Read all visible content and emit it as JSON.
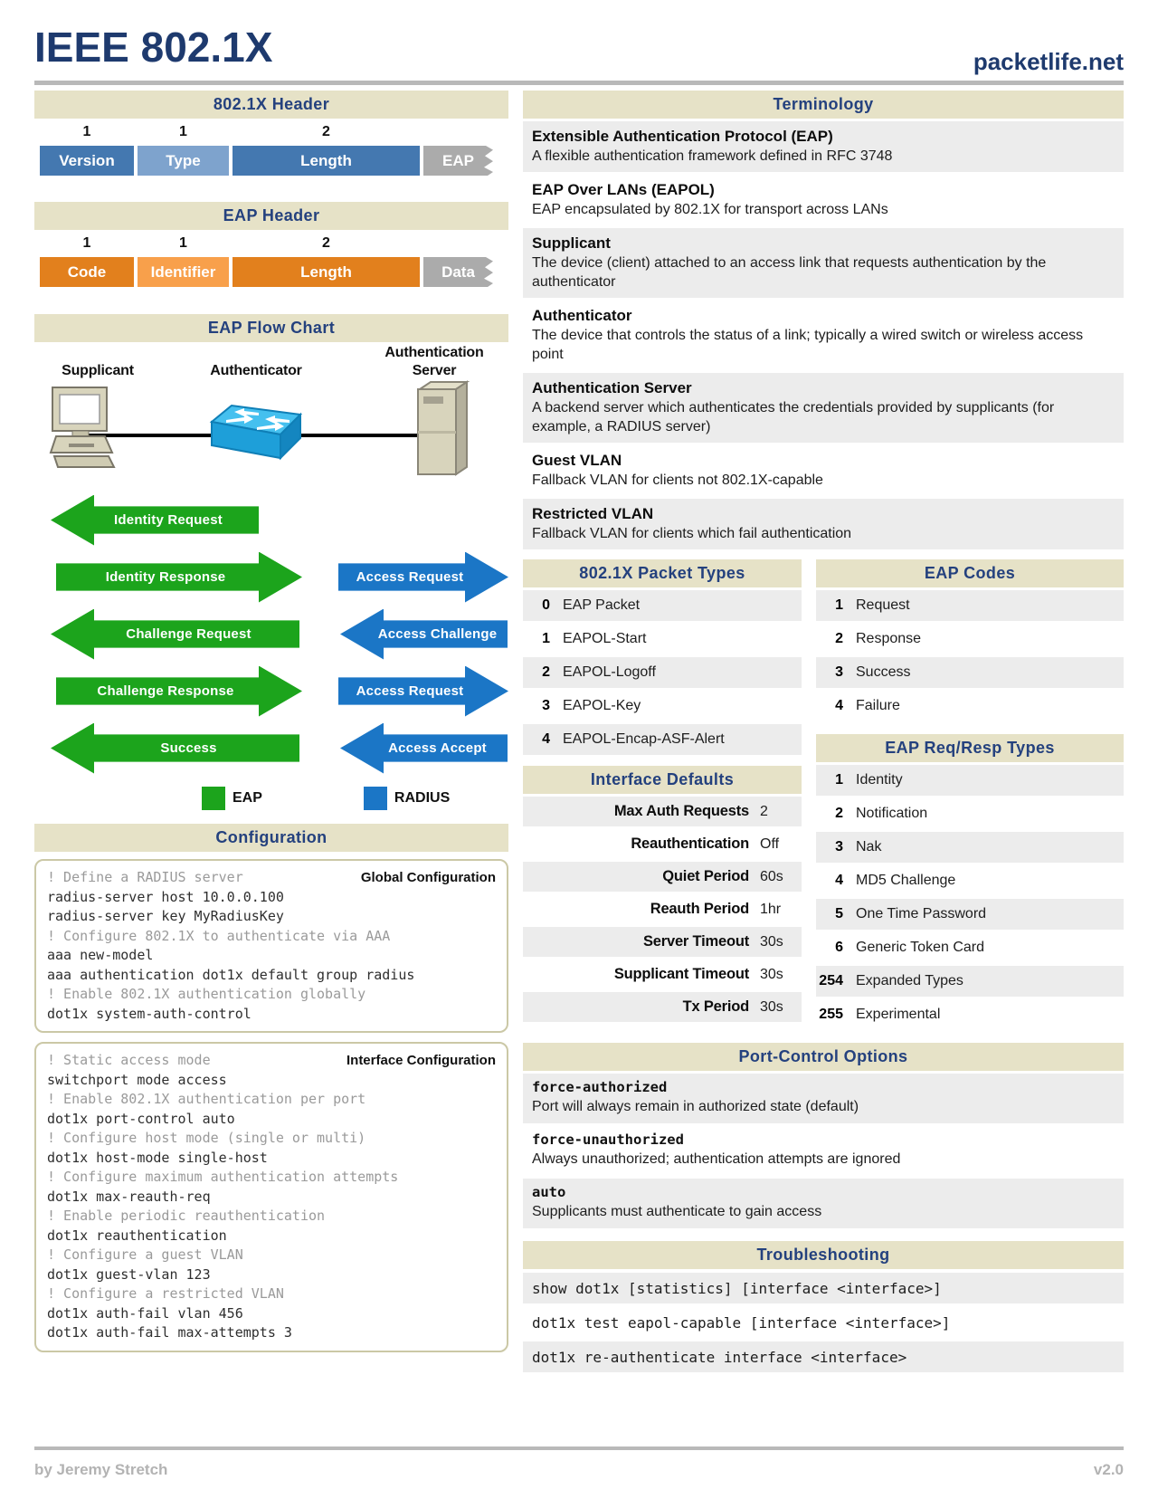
{
  "page": {
    "title": "IEEE 802.1X",
    "site": "packetlife.net",
    "footer_author": "by Jeremy Stretch",
    "footer_version": "v2.0"
  },
  "colors": {
    "accent_navy": "#1e3a6e",
    "section_header_bg": "#e6e2c7",
    "eap_green": "#1ca41c",
    "radius_blue": "#1b76c6",
    "field_blue": "#4478b0",
    "field_blue_light": "#7ea3cd",
    "field_orange": "#e2801d",
    "field_orange_light": "#f8a04b",
    "field_gray": "#ababab",
    "row_shade": "#ececec"
  },
  "dot1x_header": {
    "title": "802.1X Header",
    "fields": [
      {
        "label": "Version",
        "bytes": "1"
      },
      {
        "label": "Type",
        "bytes": "1"
      },
      {
        "label": "Length",
        "bytes": "2"
      },
      {
        "label": "EAP",
        "bytes": ""
      }
    ]
  },
  "eap_header": {
    "title": "EAP Header",
    "fields": [
      {
        "label": "Code",
        "bytes": "1"
      },
      {
        "label": "Identifier",
        "bytes": "1"
      },
      {
        "label": "Length",
        "bytes": "2"
      },
      {
        "label": "Data",
        "bytes": ""
      }
    ]
  },
  "flow_chart": {
    "title": "EAP Flow Chart",
    "nodes": {
      "supplicant": "Supplicant",
      "authenticator": "Authenticator",
      "server_line1": "Authentication",
      "server_line2": "Server"
    },
    "arrows": [
      {
        "label": "Identity Request",
        "protocol": "EAP",
        "direction": "left"
      },
      {
        "label": "Identity Response",
        "protocol": "EAP",
        "direction": "right"
      },
      {
        "label": "Access Request",
        "protocol": "RADIUS",
        "direction": "right"
      },
      {
        "label": "Challenge Request",
        "protocol": "EAP",
        "direction": "left"
      },
      {
        "label": "Access Challenge",
        "protocol": "RADIUS",
        "direction": "left"
      },
      {
        "label": "Challenge Response",
        "protocol": "EAP",
        "direction": "right"
      },
      {
        "label": "Access Request",
        "protocol": "RADIUS",
        "direction": "right"
      },
      {
        "label": "Success",
        "protocol": "EAP",
        "direction": "left"
      },
      {
        "label": "Access Accept",
        "protocol": "RADIUS",
        "direction": "left"
      }
    ],
    "legend": [
      {
        "label": "EAP",
        "color": "#1ca41c"
      },
      {
        "label": "RADIUS",
        "color": "#1b76c6"
      }
    ]
  },
  "configuration": {
    "title": "Configuration",
    "blocks": [
      {
        "context": "Global Configuration",
        "lines": [
          {
            "type": "comment",
            "text": "! Define a RADIUS server"
          },
          {
            "type": "command",
            "text": "radius-server host 10.0.0.100"
          },
          {
            "type": "command",
            "text": "radius-server key MyRadiusKey"
          },
          {
            "type": "comment",
            "text": "! Configure 802.1X to authenticate via AAA"
          },
          {
            "type": "command",
            "text": "aaa new-model"
          },
          {
            "type": "command",
            "text": "aaa authentication dot1x default group radius"
          },
          {
            "type": "comment",
            "text": "! Enable 802.1X authentication globally"
          },
          {
            "type": "command",
            "text": "dot1x system-auth-control"
          }
        ]
      },
      {
        "context": "Interface Configuration",
        "lines": [
          {
            "type": "comment",
            "text": "! Static access mode"
          },
          {
            "type": "command",
            "text": "switchport mode access"
          },
          {
            "type": "comment",
            "text": "! Enable 802.1X authentication per port"
          },
          {
            "type": "command",
            "text": "dot1x port-control auto"
          },
          {
            "type": "comment",
            "text": "! Configure host mode (single or multi)"
          },
          {
            "type": "command",
            "text": "dot1x host-mode single-host"
          },
          {
            "type": "comment",
            "text": "! Configure maximum authentication attempts"
          },
          {
            "type": "command",
            "text": "dot1x max-reauth-req"
          },
          {
            "type": "comment",
            "text": "! Enable periodic reauthentication"
          },
          {
            "type": "command",
            "text": "dot1x reauthentication"
          },
          {
            "type": "comment",
            "text": "! Configure a guest VLAN"
          },
          {
            "type": "command",
            "text": "dot1x guest-vlan 123"
          },
          {
            "type": "comment",
            "text": "! Configure a restricted VLAN"
          },
          {
            "type": "command",
            "text": "dot1x auth-fail vlan 456"
          },
          {
            "type": "command",
            "text": "dot1x auth-fail max-attempts 3"
          }
        ]
      }
    ]
  },
  "terminology": {
    "title": "Terminology",
    "items": [
      {
        "term": "Extensible Authentication Protocol (EAP)",
        "desc": "A flexible authentication framework defined in RFC 3748"
      },
      {
        "term": "EAP Over LANs (EAPOL)",
        "desc": "EAP encapsulated by 802.1X for transport across LANs"
      },
      {
        "term": "Supplicant",
        "desc": "The device (client) attached to an access link that requests authentication by the authenticator"
      },
      {
        "term": "Authenticator",
        "desc": "The device that controls the status of a link; typically a wired switch or wireless access point"
      },
      {
        "term": "Authentication Server",
        "desc": "A backend server which authenticates the credentials provided by supplicants (for example, a RADIUS server)"
      },
      {
        "term": "Guest VLAN",
        "desc": "Fallback VLAN for clients not 802.1X-capable"
      },
      {
        "term": "Restricted VLAN",
        "desc": "Fallback VLAN for clients which fail authentication"
      }
    ]
  },
  "packet_types": {
    "title": "802.1X Packet Types",
    "rows": [
      {
        "code": "0",
        "label": "EAP Packet"
      },
      {
        "code": "1",
        "label": "EAPOL-Start"
      },
      {
        "code": "2",
        "label": "EAPOL-Logoff"
      },
      {
        "code": "3",
        "label": "EAPOL-Key"
      },
      {
        "code": "4",
        "label": "EAPOL-Encap-ASF-Alert"
      }
    ]
  },
  "eap_codes": {
    "title": "EAP Codes",
    "rows": [
      {
        "code": "1",
        "label": "Request"
      },
      {
        "code": "2",
        "label": "Response"
      },
      {
        "code": "3",
        "label": "Success"
      },
      {
        "code": "4",
        "label": "Failure"
      }
    ]
  },
  "interface_defaults": {
    "title": "Interface Defaults",
    "rows": [
      {
        "label": "Max Auth Requests",
        "value": "2"
      },
      {
        "label": "Reauthentication",
        "value": "Off"
      },
      {
        "label": "Quiet Period",
        "value": "60s"
      },
      {
        "label": "Reauth Period",
        "value": "1hr"
      },
      {
        "label": "Server Timeout",
        "value": "30s"
      },
      {
        "label": "Supplicant Timeout",
        "value": "30s"
      },
      {
        "label": "Tx Period",
        "value": "30s"
      }
    ]
  },
  "eap_req_resp_types": {
    "title": "EAP Req/Resp Types",
    "rows": [
      {
        "code": "1",
        "label": "Identity"
      },
      {
        "code": "2",
        "label": "Notification"
      },
      {
        "code": "3",
        "label": "Nak"
      },
      {
        "code": "4",
        "label": "MD5 Challenge"
      },
      {
        "code": "5",
        "label": "One Time Password"
      },
      {
        "code": "6",
        "label": "Generic Token Card"
      },
      {
        "code": "254",
        "label": "Expanded Types"
      },
      {
        "code": "255",
        "label": "Experimental"
      }
    ]
  },
  "port_control": {
    "title": "Port-Control Options",
    "items": [
      {
        "option": "force-authorized",
        "desc": "Port will always remain in authorized state (default)"
      },
      {
        "option": "force-unauthorized",
        "desc": "Always unauthorized; authentication attempts are ignored"
      },
      {
        "option": "auto",
        "desc": "Supplicants must authenticate to gain access"
      }
    ]
  },
  "troubleshooting": {
    "title": "Troubleshooting",
    "commands": [
      "show dot1x [statistics] [interface <interface>]",
      "dot1x test eapol-capable [interface <interface>]",
      "dot1x re-authenticate interface <interface>"
    ]
  }
}
